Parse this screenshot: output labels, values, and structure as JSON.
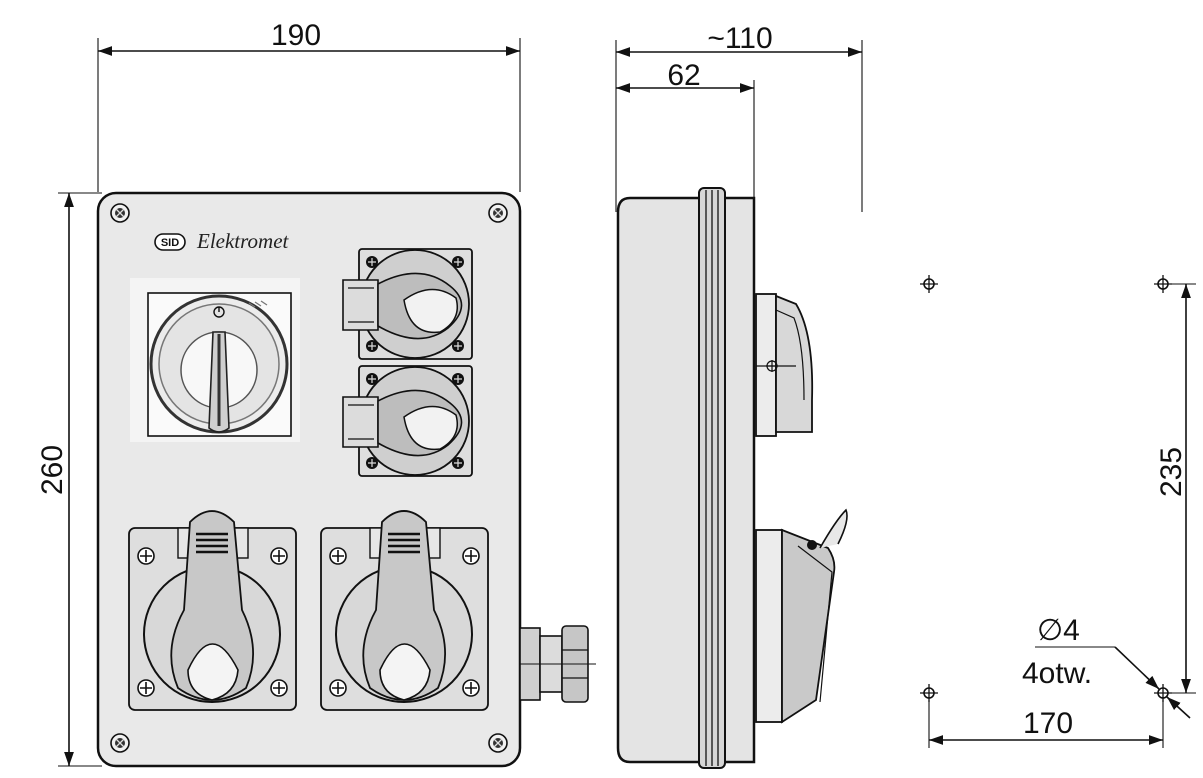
{
  "brand": {
    "logo_text": "SID",
    "name": "Elektromet"
  },
  "dimensions": {
    "front_width": "190",
    "front_height": "260",
    "side_overall_depth": "~110",
    "side_body_depth": "62",
    "hole_spacing_vertical": "235",
    "hole_spacing_horizontal": "170",
    "hole_diameter": "∅4",
    "hole_count": "4otw."
  },
  "colors": {
    "line": "#111111",
    "body_fill": "#e9e9e9",
    "cover_fill": "#d4d4d4"
  }
}
